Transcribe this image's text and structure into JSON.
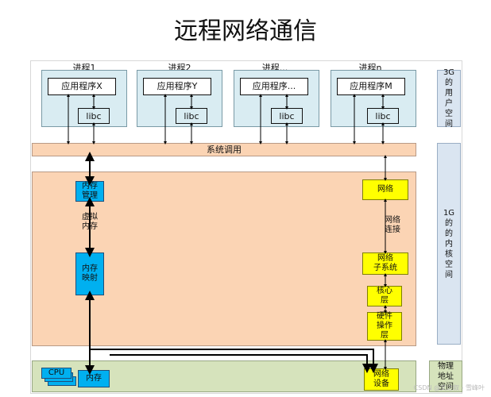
{
  "title": "远程网络通信",
  "processes": [
    {
      "label": "进程1",
      "app": "应用程序X",
      "libc": "libc"
    },
    {
      "label": "进程2",
      "app": "应用程序Y",
      "libc": "libc"
    },
    {
      "label": "进程...",
      "app": "应用程序...",
      "libc": "libc"
    },
    {
      "label": "进程n",
      "app": "应用程序M",
      "libc": "libc"
    }
  ],
  "syscall": "系统调用",
  "kernel": {
    "mem_mgmt": "内存\n管理",
    "virtual_mem": "虚拟\n内存",
    "mem_map": "内存\n映射",
    "network": "网络",
    "net_connect": "网络\n连接",
    "net_subsystem": "网络\n子系统",
    "core_layer": "核心\n层",
    "hw_layer": "硬件\n操作\n层"
  },
  "hardware": {
    "cpu": "CPU",
    "memory": "内存",
    "net_device": "网络\n设备"
  },
  "side_labels": {
    "user_space": "3G\n的\n用\n户\n空\n间",
    "kernel_space": "1G\n的\n的\n内\n核\n空\n间",
    "physical": "物理\n地址\n空间"
  },
  "watermark": "CSDN @文之叙 - 雪峰叶"
}
